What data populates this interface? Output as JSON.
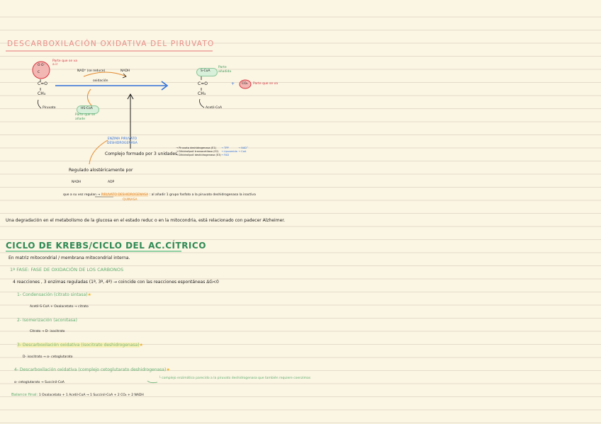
{
  "section1": {
    "title": "DESCARBOXILACIÓN OXIDATIVA DEL PIRUVATO",
    "pyruvate": {
      "o_group": "O   O⁻",
      "c_group": "C",
      "note_line1": "Parte que se va",
      "note_line2": "a ir",
      "co": "C=O",
      "ch3": "CH₃",
      "name": "Piruvato"
    },
    "reaction": {
      "nad": "NAD⁺ (se reduce)",
      "nadh": "NADH",
      "oxidation": "oxidación",
      "hscoa": "HS-CoA",
      "hscoa_note1": "Parte que se",
      "hscoa_note2": "añade"
    },
    "acetyl": {
      "scoa": "S-CoA",
      "note1": "Parte",
      "note2": "añadida",
      "co": "C=O",
      "ch3": "CH₃",
      "name": "Acetil-CoA",
      "plus": "+",
      "co2": "CO₂",
      "co2_note": "Parte que se va"
    },
    "enzyme": {
      "line1": "ENZIMA PIRUVATO",
      "line2": "DESHIDROGENASA",
      "complex": "Complejo formado por 3 unidades",
      "sub1": "→ Piruvato deshidrogenasa (E1)",
      "sub2": "→ Dihidrolipoil transacetilasa (E2)",
      "sub3": "→ Dihidrolipoil deshidrogenasa (E3)",
      "cof1": "→ TPP",
      "cof2": "→ Lipoamida",
      "cof3": "→ FAD",
      "cof4": "→ NAD⁺",
      "cof5": "→ CoA",
      "cof6": ""
    },
    "regulation": {
      "text": "Regulado alostéricamente por",
      "nadh": "NADH",
      "adp": "ADP",
      "line_a": "que a su vez regulan → ",
      "line_b": "PIRUVATO DESHIDROGENASA",
      "line_c": " : al añadir 1 grupo fosfato a la piruvato deshidrogenasa la inactiva",
      "kinase": "QUINASA"
    },
    "summary": "Una degradación en el metabolismo de la glucosa en el estado reduc o en la mitocondria, está relacionado con padecer Alzheimer."
  },
  "section2": {
    "title": "CICLO DE KREBS/CICLO DEL AC.CÍTRICO",
    "location": "En matriz mitocondrial / membrana mitocondrial interna.",
    "phase1": "1ª FASE: FASE DE OXIDACIÓN DE LOS CARBONOS",
    "reactions": "4 reacciones , 3 enzimas reguladas (1ª, 3ª, 4ª) → coincide con las reacciones espontáneas ΔG<0",
    "star": "★",
    "steps": [
      {
        "label": "1- Condensación (citrato sintasa)",
        "reaction": "Acetil-S-CoA + Oxalacetato → citrato"
      },
      {
        "label": "2- Isomerización (aconitasa)",
        "reaction": "Citrato → D- isocitrato"
      },
      {
        "label": "3- Descarboxilación oxidativa (isocitrato deshidrogenasa)",
        "reaction": "D- isocitrato → α- cetoglutarato"
      },
      {
        "label": "4- Descarboxilación oxidativa (complejo cetoglutarato deshidrogenasa)",
        "note": "└ complejo enzimático parecido a la piruvato deshidrogenasa que también requiere coenzimas",
        "reaction": "α- cetoglutarato → Succinil-CoA"
      }
    ],
    "balance_label": "Balance final:",
    "balance": "1 Oxalacetato + 1 Acetil-CoA → 1 Succinil-CoA + 2 CO₂ + 2 NADH"
  }
}
